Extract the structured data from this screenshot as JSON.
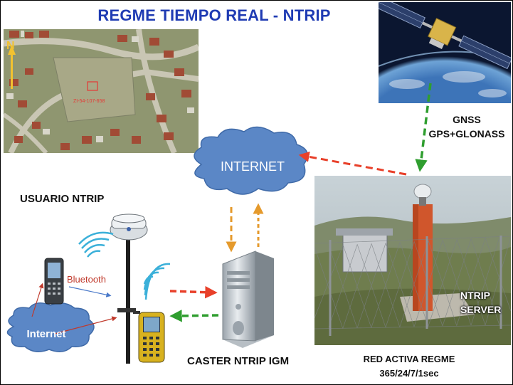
{
  "title": "REGME  TIEMPO REAL - NTRIP",
  "aerial": {
    "marker_label": "ZI-54-107-658",
    "north_label": "N"
  },
  "gnss": {
    "line1": "GNSS",
    "line2": "GPS+GLONASS"
  },
  "internet_cloud": {
    "label": "INTERNET"
  },
  "usuario": {
    "label": "USUARIO NTRIP"
  },
  "bluetooth": {
    "label": "Bluetooth"
  },
  "internet_small": {
    "label": "Internet"
  },
  "caster": {
    "label": "CASTER NTRIP IGM"
  },
  "ntrip_server": {
    "line1": "NTRIP",
    "line2": "SERVER"
  },
  "red_activa": {
    "line1": "RED ACTIVA REGME",
    "line2": "365/24/7/1sec"
  },
  "colors": {
    "title": "#1f3bb3",
    "cloud": "#5b87c6",
    "arrow_red": "#e8402a",
    "arrow_orange": "#e59a2c",
    "arrow_green": "#2f9e2f",
    "wave": "#3bb0d9"
  }
}
